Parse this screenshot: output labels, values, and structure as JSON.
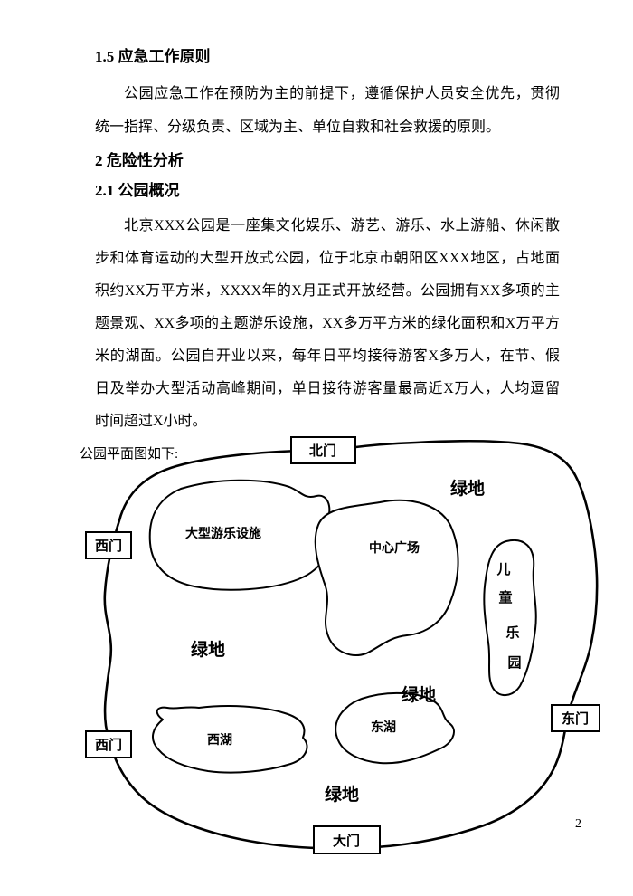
{
  "document": {
    "heading_1": "1.5 应急工作原则",
    "para1_lines": [
      "公园应急工作在预防为主的前提下，遵循保护人员安全优先，贯彻",
      "统一指挥、分级负责、区域为主、单位自救和社会救援的原则。"
    ],
    "heading_2": "2 危险性分析",
    "heading_3": "2.1 公园概况",
    "para2_lines": [
      "北京XXX公园是一座集文化娱乐、游艺、游乐、水上游船、休闲散",
      "步和体育运动的大型开放式公园，位于北京市朝阳区XXX地区，占地面",
      "积约XX万平方米，XXXX年的X月正式开放经营。公园拥有XX多项的主",
      "题景观、XX多项的主题游乐设施，XX多万平方米的绿化面积和X万平方",
      "米的湖面。公园自开业以来，每年日平均接待游客X多万人，在节、假",
      "日及举办大型活动高峰期间，单日接待游客量最高近X万人，人均逗留",
      "时间超过X小时。"
    ],
    "map_intro": "公园平面图如下:",
    "page_number": "2"
  },
  "map": {
    "gates": {
      "north": "北门",
      "west_upper": "西门",
      "west_lower": "西门",
      "east": "东门",
      "main": "大门"
    },
    "areas": {
      "amusement": "大型游乐设施",
      "plaza": "中心广场",
      "children_chars": [
        "儿",
        "童",
        "乐",
        "园"
      ],
      "west_lake": "西湖",
      "east_lake": "东湖"
    },
    "green_labels": [
      "绿地",
      "绿地",
      "绿地",
      "绿地"
    ]
  }
}
